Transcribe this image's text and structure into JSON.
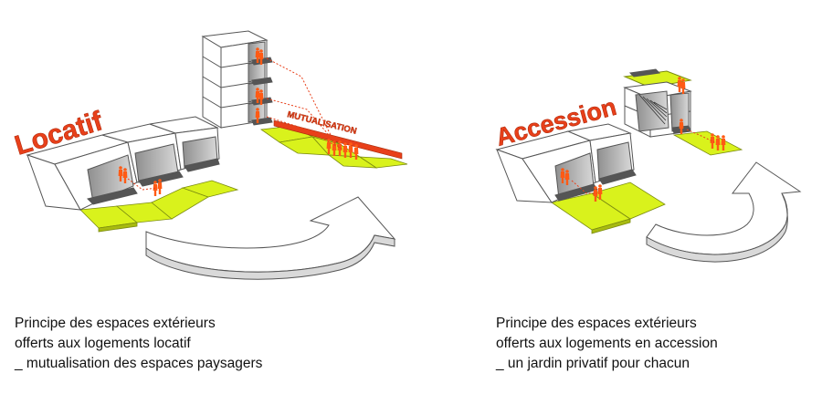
{
  "labels": {
    "locatif": "Locatif",
    "accession": "Accession",
    "mutualisation": "MUTUALISATION"
  },
  "captions": {
    "left": [
      "Principe des espaces extérieurs",
      "offerts aux logements locatif",
      "_ mutualisation des espaces paysagers"
    ],
    "right": [
      "Principe des espaces extérieurs",
      "offerts aux logements en accession",
      "_ un jardin privatif pour chacun"
    ]
  },
  "colors": {
    "garden": "#d9f21c",
    "accent": "#e8401a",
    "building": "#ffffff",
    "shadow": "#9a9a9a"
  }
}
